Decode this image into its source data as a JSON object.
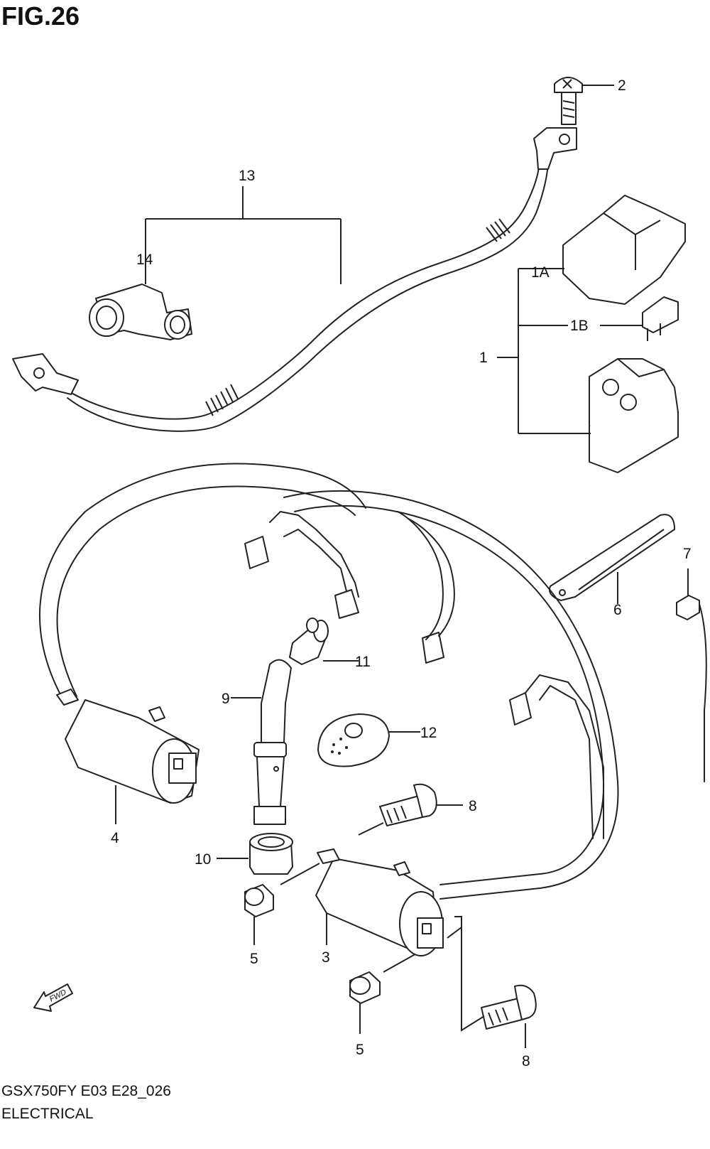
{
  "title": "FIG.26",
  "footer": {
    "code": "GSX750FY E03 E28_026",
    "name": "ELECTRICAL"
  },
  "fwd_label": "FWD",
  "callouts": [
    "2",
    "13",
    "14",
    "1A",
    "1B",
    "1",
    "7",
    "6",
    "11",
    "9",
    "12",
    "8",
    "4",
    "10",
    "5",
    "3",
    "5",
    "8"
  ]
}
